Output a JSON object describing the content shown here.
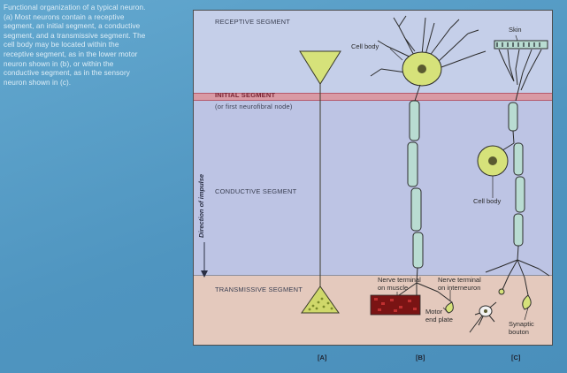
{
  "caption": {
    "lines": [
      "Functional organization of a typical neuron.",
      "(a) Most neurons contain a receptive",
      "segment, an initial segment, a conductive",
      "segment, and a transmissive segment. The",
      "cell body may be located within the",
      "receptive segment, as in the lower motor",
      "neuron shown in (b), or within the",
      "conductive segment, as in the sensory",
      "neuron shown in (c)."
    ]
  },
  "segments": {
    "receptive": "RECEPTIVE SEGMENT",
    "initial": "INITIAL SEGMENT",
    "initial_sub": "(or first neurofibral node)",
    "conductive": "CONDUCTIVE SEGMENT",
    "transmissive": "TRANSMISSIVE SEGMENT"
  },
  "direction_label": "Direction of impulse",
  "annotations": {
    "cell_body_b": "Cell body",
    "skin": "Skin",
    "cell_body_c": "Cell body",
    "nerve_terminal_muscle": [
      "Nerve terminal",
      "on muscle"
    ],
    "nerve_terminal_interneuron": [
      "Nerve terminal",
      "on interneuron"
    ],
    "motor_end_plate": [
      "Motor",
      "end plate"
    ],
    "synaptic_bouton": [
      "Synaptic",
      "bouton"
    ]
  },
  "panel_tags": {
    "a": "[A]",
    "b": "[B]",
    "c": "[C]"
  },
  "colors": {
    "receptive_bg": "#c5cfe9",
    "initial_bg": "#d99aa4",
    "conductive_bg": "#bdc4e4",
    "transmissive_bg": "#e4c9bd",
    "neuron_fill": "#d6e27a",
    "myelin_fill": "#b9dcd2",
    "muscle": "#8a1b1b"
  }
}
